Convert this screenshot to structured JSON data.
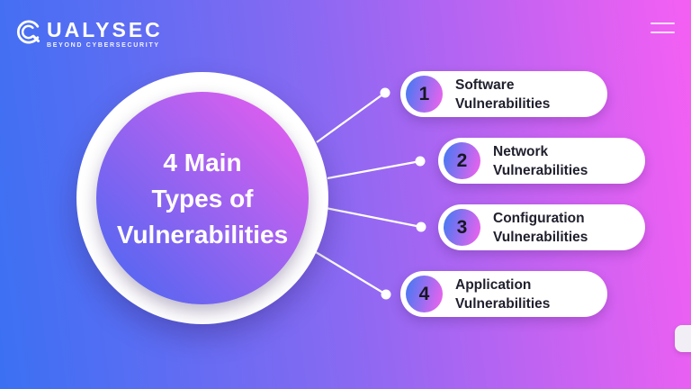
{
  "logo": {
    "brand": "QUALYSEC",
    "icon_letter": "Q",
    "wordmark_rest": "UALYSEC",
    "tagline": "BEYOND CYBERSECURITY"
  },
  "nav": {
    "menu_icon": "hamburger-menu"
  },
  "infographic": {
    "title": "4 Main Types of Vulnerabilities",
    "title_line1": "4 Main",
    "title_line2": "Types of",
    "title_line3": "Vulnerabilities",
    "items": [
      {
        "number": "1",
        "name_line1": "Software",
        "name_line2": "Vulnerabilities"
      },
      {
        "number": "2",
        "name_line1": "Network",
        "name_line2": "Vulnerabilities"
      },
      {
        "number": "3",
        "name_line1": "Configuration",
        "name_line2": "Vulnerabilities"
      },
      {
        "number": "4",
        "name_line1": "Application",
        "name_line2": "Vulnerabilities"
      }
    ]
  },
  "colors": {
    "background_gradient_start": "#3b70f3",
    "background_gradient_end": "#f55ff3",
    "circle_gradient_start": "#4467f2",
    "circle_gradient_end": "#f05cee",
    "badge_gradient_start": "#4c78f2",
    "badge_gradient_end": "#e763ee",
    "card_background": "#ffffff",
    "ring_and_connector": "#ffffff",
    "title_text": "#ffffff",
    "card_text": "#20202e"
  }
}
